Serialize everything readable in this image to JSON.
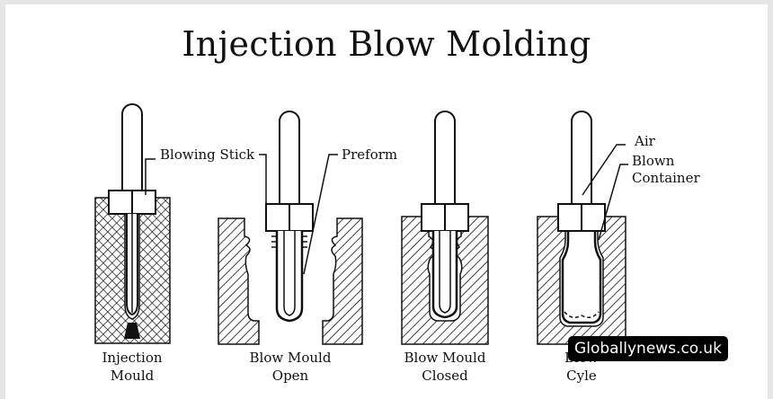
{
  "title": "Injection Blow Molding",
  "callouts": {
    "blowing_stick": "Blowing Stick",
    "preform": "Preform",
    "air": "Air",
    "blown_container_line1": "Blown",
    "blown_container_line2": "Container"
  },
  "stages": [
    {
      "caption_line1": "Injection",
      "caption_line2": "Mould"
    },
    {
      "caption_line1": "Blow Mould",
      "caption_line2": "Open"
    },
    {
      "caption_line1": "Blow Mould",
      "caption_line2": "Closed"
    },
    {
      "caption_line1": "Blow",
      "caption_line2": "Cyle"
    }
  ],
  "watermark": "Globallynews.co.uk",
  "colors": {
    "ink": "#111111",
    "background": "#ffffff",
    "frame": "#e6e6e6",
    "badge": "#000000"
  }
}
